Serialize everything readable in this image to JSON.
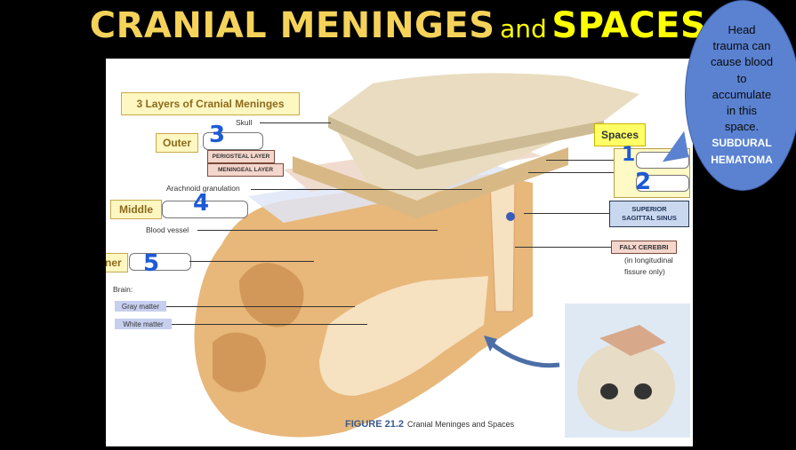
{
  "title": {
    "part1": "CRANIAL MENINGES",
    "part2": "and",
    "part3": "SPACES"
  },
  "callout": {
    "line1": "Head",
    "line2": "trauma can",
    "line3": "cause blood",
    "line4": "to",
    "line5": "accumulate",
    "line6": "in this",
    "line7": "space.",
    "line8": "SUBDURAL",
    "line9": "HEMATOMA"
  },
  "diagram": {
    "layers_header": "3 Layers of Cranial Meninges",
    "skull": "Skull",
    "outer": "Outer",
    "periosteal": "PERIOSTEAL LAYER",
    "meningeal": "MENINGEAL LAYER",
    "arachnoid_granulation": "Arachnoid granulation",
    "middle": "Middle",
    "blood_vessel": "Blood vessel",
    "inner": "Inner",
    "brain": "Brain:",
    "gray_matter": "Gray matter",
    "white_matter": "White matter",
    "spaces": "Spaces",
    "superior_sinus_1": "SUPERIOR",
    "superior_sinus_2": "SAGITTAL SINUS",
    "falx": "FALX CEREBRI",
    "falx_note_1": "(in longitudinal",
    "falx_note_2": "fissure only)",
    "figure_number": "FIGURE 21.2",
    "figure_caption": "Cranial Meninges and Spaces"
  },
  "handwritten": {
    "outer": "3",
    "middle": "4",
    "inner": "5",
    "space1": "1",
    "space2": "2"
  },
  "colors": {
    "title": "#f5d35a",
    "title_accent": "#ffff00",
    "callout": "#5a82d1",
    "handwriting": "#1d5ad6"
  }
}
